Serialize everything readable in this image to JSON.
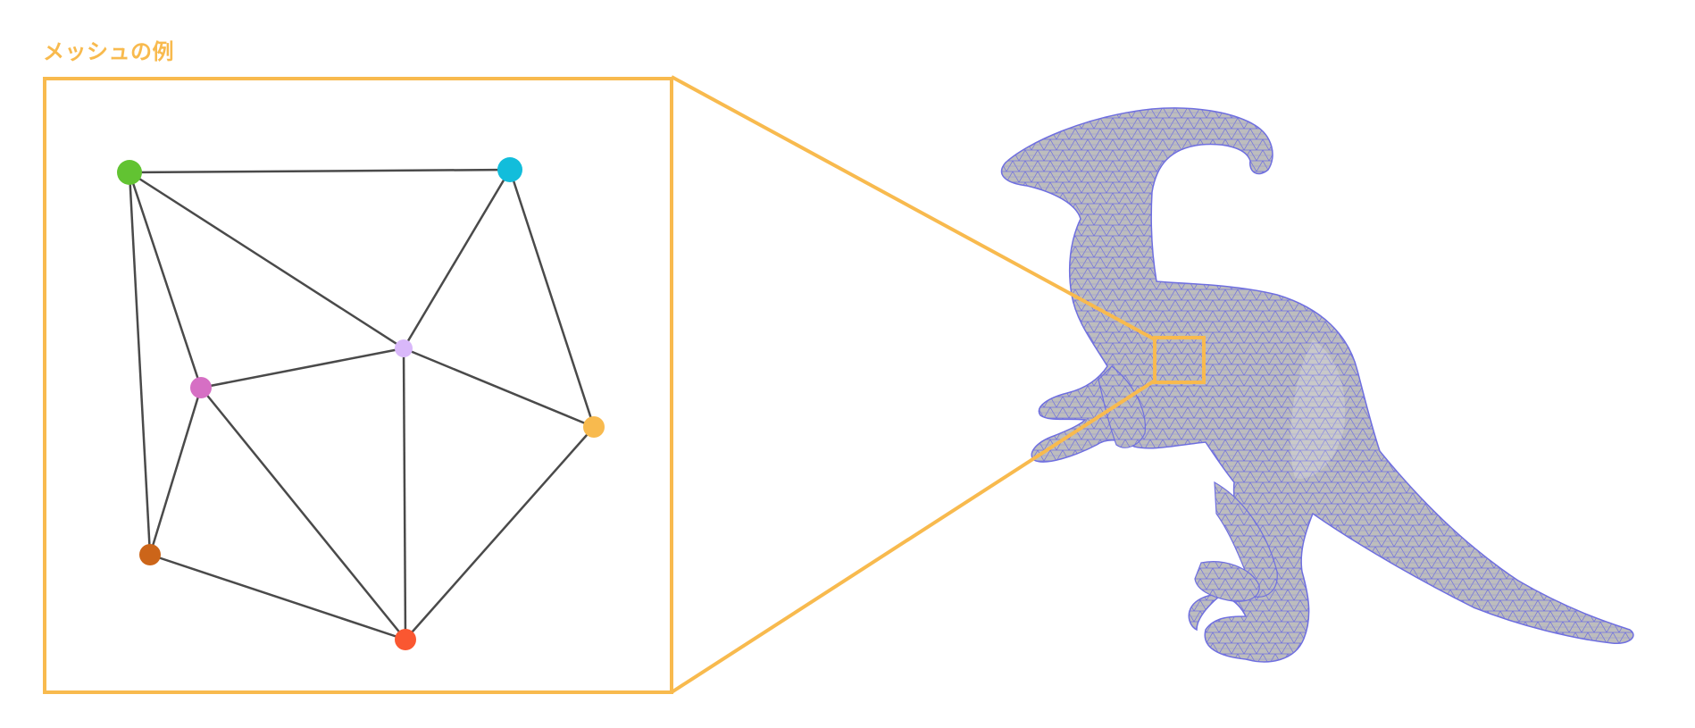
{
  "title": "メッシュの例",
  "colors": {
    "accent": "#F8BA4E",
    "edge": "#4A4A4A",
    "mesh_line": "#6F6FE0",
    "mesh_fill": "#BDBDBD"
  },
  "mesh_example": {
    "nodes": [
      {
        "id": "n1",
        "color": "#62C332"
      },
      {
        "id": "n2",
        "color": "#12BDDB"
      },
      {
        "id": "n3",
        "color": "#D9B8FA"
      },
      {
        "id": "n4",
        "color": "#D66FC4"
      },
      {
        "id": "n5",
        "color": "#F8BA4E"
      },
      {
        "id": "n6",
        "color": "#CC6519"
      },
      {
        "id": "n7",
        "color": "#FA5731"
      }
    ],
    "edges": [
      [
        "n1",
        "n2"
      ],
      [
        "n1",
        "n3"
      ],
      [
        "n1",
        "n4"
      ],
      [
        "n1",
        "n6"
      ],
      [
        "n2",
        "n3"
      ],
      [
        "n2",
        "n5"
      ],
      [
        "n3",
        "n4"
      ],
      [
        "n3",
        "n5"
      ],
      [
        "n3",
        "n7"
      ],
      [
        "n4",
        "n6"
      ],
      [
        "n4",
        "n7"
      ],
      [
        "n5",
        "n7"
      ],
      [
        "n6",
        "n7"
      ]
    ]
  },
  "illustration": {
    "subject": "dinosaur-3d-mesh"
  }
}
